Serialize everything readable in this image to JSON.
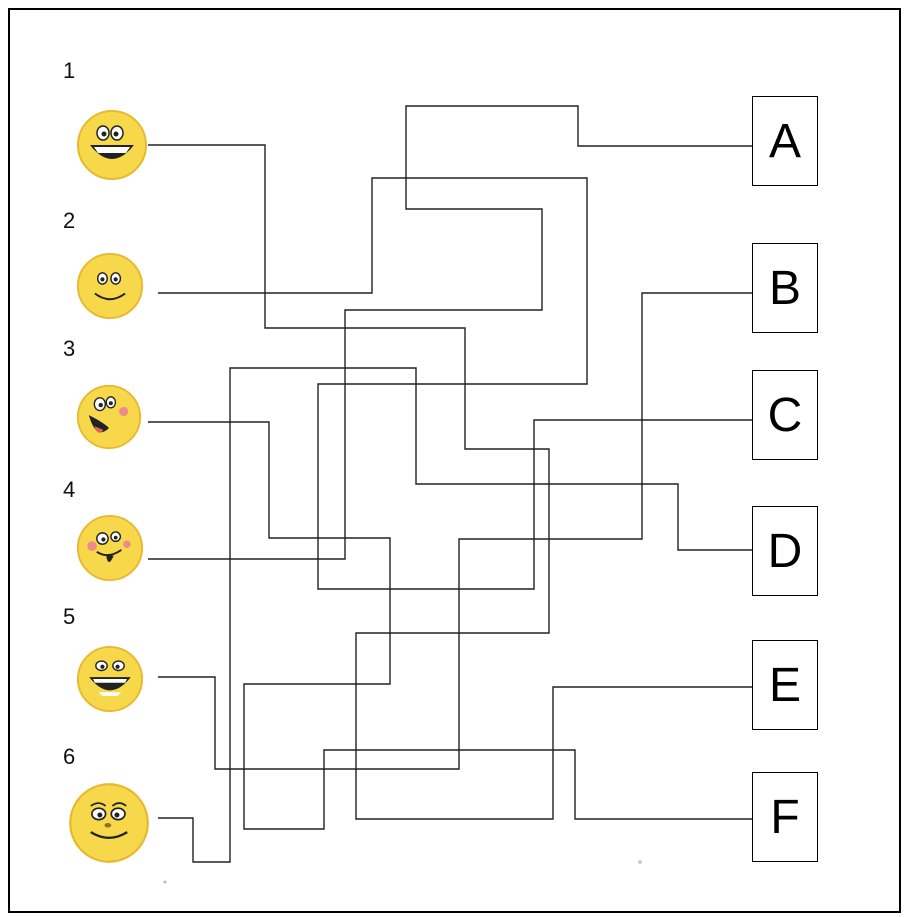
{
  "faces": [
    {
      "number": "1",
      "expression": "big-grin-icon"
    },
    {
      "number": "2",
      "expression": "smile-icon"
    },
    {
      "number": "3",
      "expression": "tongue-out-icon"
    },
    {
      "number": "4",
      "expression": "goofy-icon"
    },
    {
      "number": "5",
      "expression": "toothy-grin-icon"
    },
    {
      "number": "6",
      "expression": "calm-smile-icon"
    }
  ],
  "letters": [
    "A",
    "B",
    "C",
    "D",
    "E",
    "F"
  ],
  "colors": {
    "face_fill": "#f7d84a",
    "face_shade": "#e8b830",
    "line": "#222222",
    "cheek": "#f08a8a"
  }
}
